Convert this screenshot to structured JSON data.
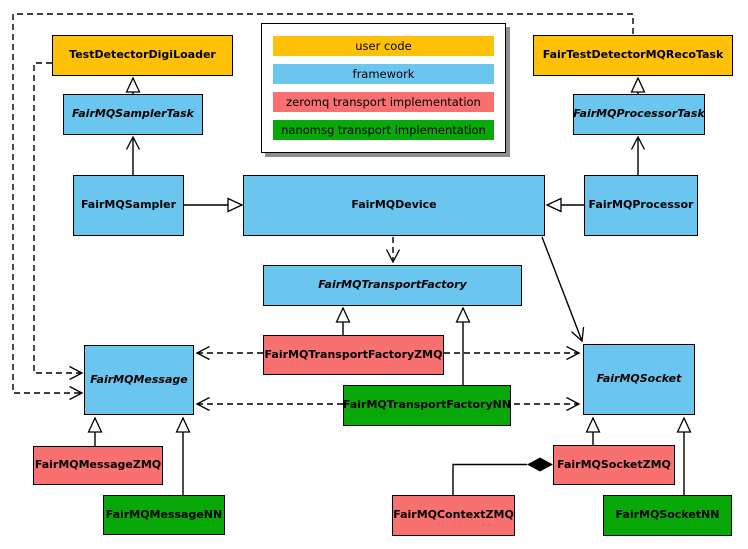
{
  "diagram": {
    "kind": "uml-class-diagram",
    "colors": {
      "user_code": "#FFC107",
      "framework": "#6AC6EF",
      "zeromq": "#F87070",
      "nanomsg": "#07A807",
      "line": "#000000",
      "background": "#FFFFFF"
    },
    "legend": {
      "items": [
        {
          "label": "user code",
          "color": "#FFC107"
        },
        {
          "label": "framework",
          "color": "#6AC6EF"
        },
        {
          "label": "zeromq transport implementation",
          "color": "#F87070"
        },
        {
          "label": "nanomsg transport implementation",
          "color": "#07A807"
        }
      ]
    },
    "nodes": {
      "digiLoader": {
        "label": "TestDetectorDigiLoader",
        "category": "user_code",
        "abstract": false
      },
      "recoTask": {
        "label": "FairTestDetectorMQRecoTask",
        "category": "user_code",
        "abstract": false
      },
      "samplerTask": {
        "label": "FairMQSamplerTask",
        "category": "framework",
        "abstract": true
      },
      "processorTask": {
        "label": "FairMQProcessorTask",
        "category": "framework",
        "abstract": true
      },
      "sampler": {
        "label": "FairMQSampler",
        "category": "framework",
        "abstract": false
      },
      "device": {
        "label": "FairMQDevice",
        "category": "framework",
        "abstract": false
      },
      "processor": {
        "label": "FairMQProcessor",
        "category": "framework",
        "abstract": false
      },
      "transportFactory": {
        "label": "FairMQTransportFactory",
        "category": "framework",
        "abstract": true
      },
      "transportFactoryZMQ": {
        "label": "FairMQTransportFactoryZMQ",
        "category": "zeromq",
        "abstract": false
      },
      "transportFactoryNN": {
        "label": "FairMQTransportFactoryNN",
        "category": "nanomsg",
        "abstract": false
      },
      "message": {
        "label": "FairMQMessage",
        "category": "framework",
        "abstract": true
      },
      "socket": {
        "label": "FairMQSocket",
        "category": "framework",
        "abstract": true
      },
      "messageZMQ": {
        "label": "FairMQMessageZMQ",
        "category": "zeromq",
        "abstract": false
      },
      "messageNN": {
        "label": "FairMQMessageNN",
        "category": "nanomsg",
        "abstract": false
      },
      "socketZMQ": {
        "label": "FairMQSocketZMQ",
        "category": "zeromq",
        "abstract": false
      },
      "socketNN": {
        "label": "FairMQSocketNN",
        "category": "nanomsg",
        "abstract": false
      },
      "contextZMQ": {
        "label": "FairMQContextZMQ",
        "category": "zeromq",
        "abstract": false
      }
    },
    "edges": [
      {
        "from": "FairMQSamplerTask",
        "to": "TestDetectorDigiLoader",
        "kind": "hollow-triangle"
      },
      {
        "from": "FairMQSampler",
        "to": "FairMQSamplerTask",
        "kind": "open-arrow"
      },
      {
        "from": "FairMQSampler",
        "to": "FairMQDevice",
        "kind": "hollow-triangle"
      },
      {
        "from": "FairMQProcessorTask",
        "to": "FairTestDetectorMQRecoTask",
        "kind": "hollow-triangle"
      },
      {
        "from": "FairMQProcessor",
        "to": "FairMQProcessorTask",
        "kind": "open-arrow"
      },
      {
        "from": "FairMQProcessor",
        "to": "FairMQDevice",
        "kind": "hollow-triangle"
      },
      {
        "from": "FairMQDevice",
        "to": "FairMQTransportFactory",
        "kind": "dashed-open-arrow"
      },
      {
        "from": "FairMQDevice",
        "to": "FairMQSocket",
        "kind": "open-arrow"
      },
      {
        "from": "FairMQTransportFactoryZMQ",
        "to": "FairMQTransportFactory",
        "kind": "hollow-triangle"
      },
      {
        "from": "FairMQTransportFactoryNN",
        "to": "FairMQTransportFactory",
        "kind": "hollow-triangle"
      },
      {
        "from": "FairMQTransportFactoryZMQ",
        "to": "FairMQMessage",
        "kind": "dashed-open-arrow"
      },
      {
        "from": "FairMQTransportFactoryZMQ",
        "to": "FairMQSocket",
        "kind": "dashed-open-arrow"
      },
      {
        "from": "FairMQTransportFactoryNN",
        "to": "FairMQMessage",
        "kind": "dashed-open-arrow"
      },
      {
        "from": "FairMQTransportFactoryNN",
        "to": "FairMQSocket",
        "kind": "dashed-open-arrow"
      },
      {
        "from": "TestDetectorDigiLoader",
        "to": "FairMQMessage",
        "kind": "dashed-open-arrow"
      },
      {
        "from": "FairTestDetectorMQRecoTask",
        "to": "FairMQMessage",
        "kind": "dashed-open-arrow"
      },
      {
        "from": "FairMQMessageZMQ",
        "to": "FairMQMessage",
        "kind": "hollow-triangle"
      },
      {
        "from": "FairMQMessageNN",
        "to": "FairMQMessage",
        "kind": "hollow-triangle"
      },
      {
        "from": "FairMQSocketZMQ",
        "to": "FairMQSocket",
        "kind": "hollow-triangle"
      },
      {
        "from": "FairMQSocketNN",
        "to": "FairMQSocket",
        "kind": "hollow-triangle"
      },
      {
        "from": "FairMQContextZMQ",
        "to": "FairMQSocketZMQ",
        "kind": "filled-diamond"
      }
    ]
  }
}
